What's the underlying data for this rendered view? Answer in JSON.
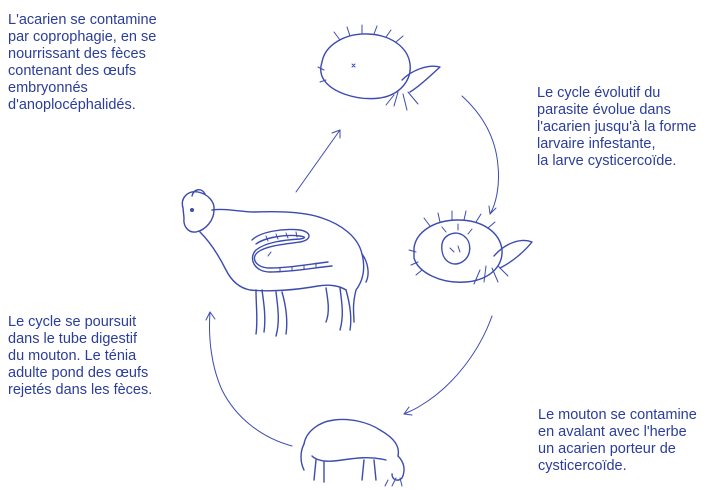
{
  "diagram": {
    "captions": {
      "top_left": "L'acarien se contamine\npar coprophagie, en se\nnourrissant des fèces\ncontenant des œufs\nembryonnés\nd'anoplocéphalidés.",
      "top_right": "Le cycle évolutif du\nparasite évolue dans\nl'acarien jusqu'à la forme\nlarvaire infestante,\nla larve cysticercoïde.",
      "mid_left": "Le cycle se poursuit\ndans  le tube digestif\ndu mouton. Le ténia\nadulte pond des œufs\nrejetés dans les fèces.",
      "bottom_right": "Le mouton se contamine\nen avalant avec l'herbe\nun acarien porteur de\ncysticercoïde."
    },
    "colors": {
      "text": "#2b3d9a",
      "ink": "#3c4bb0",
      "background": "#ffffff"
    }
  }
}
